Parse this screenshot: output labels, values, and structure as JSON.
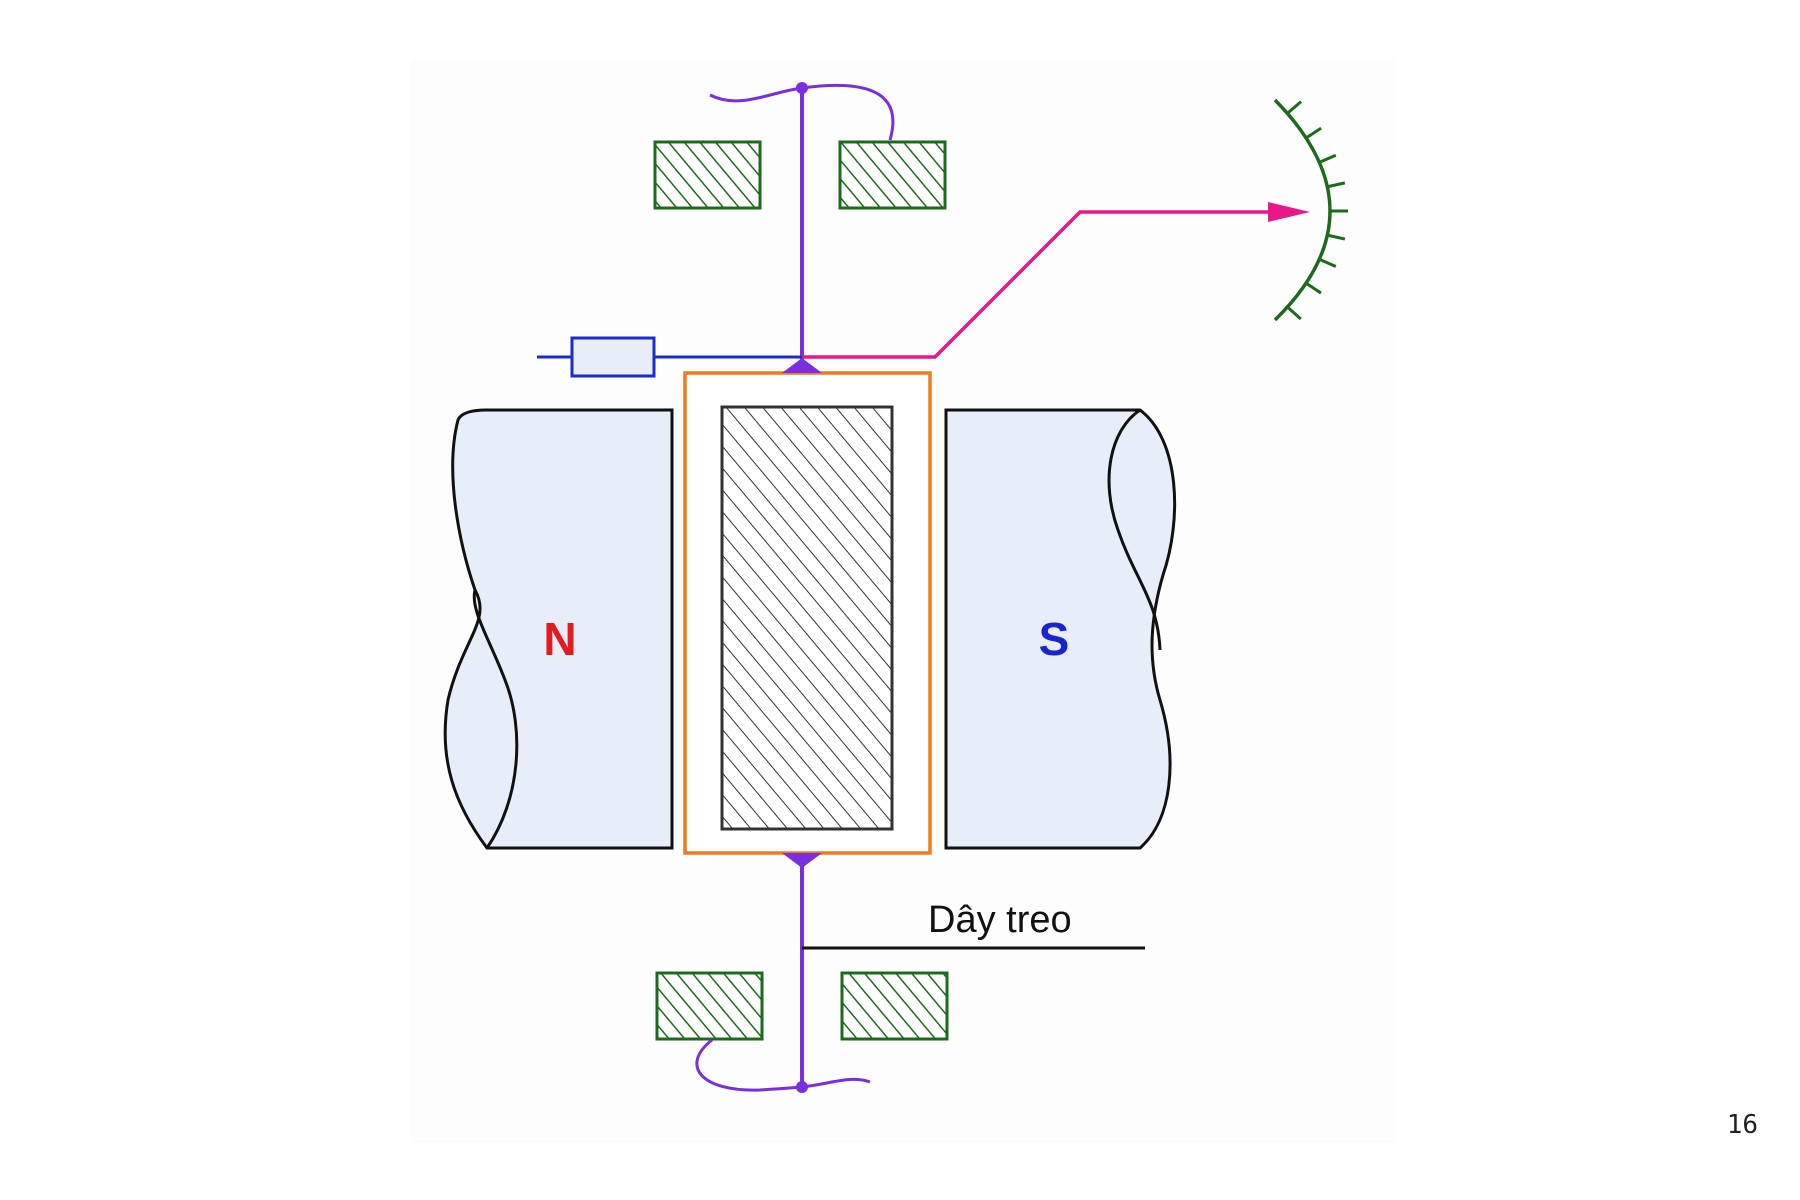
{
  "diagram": {
    "north_label": "N",
    "south_label": "S",
    "suspension_wire_label": "Dây treo"
  },
  "page_number": "16",
  "colors": {
    "background_panel": "#fdfdfd",
    "magnet_fill": "#e7eef9",
    "outline": "#111111",
    "north_text": "#e41a1c",
    "south_text": "#1a24cc",
    "bearing": "#1c6b1c",
    "axle": "#7a2ee0",
    "pointer": "#e8188a",
    "coil_frame": "#ef7b1c",
    "coil_core": "#333333",
    "lead_wire": "#1c2bcc",
    "scale": "#1c6b1c"
  },
  "icons": [
    "spring-icon",
    "resistor-icon",
    "scale-icon",
    "arrow-icon"
  ]
}
